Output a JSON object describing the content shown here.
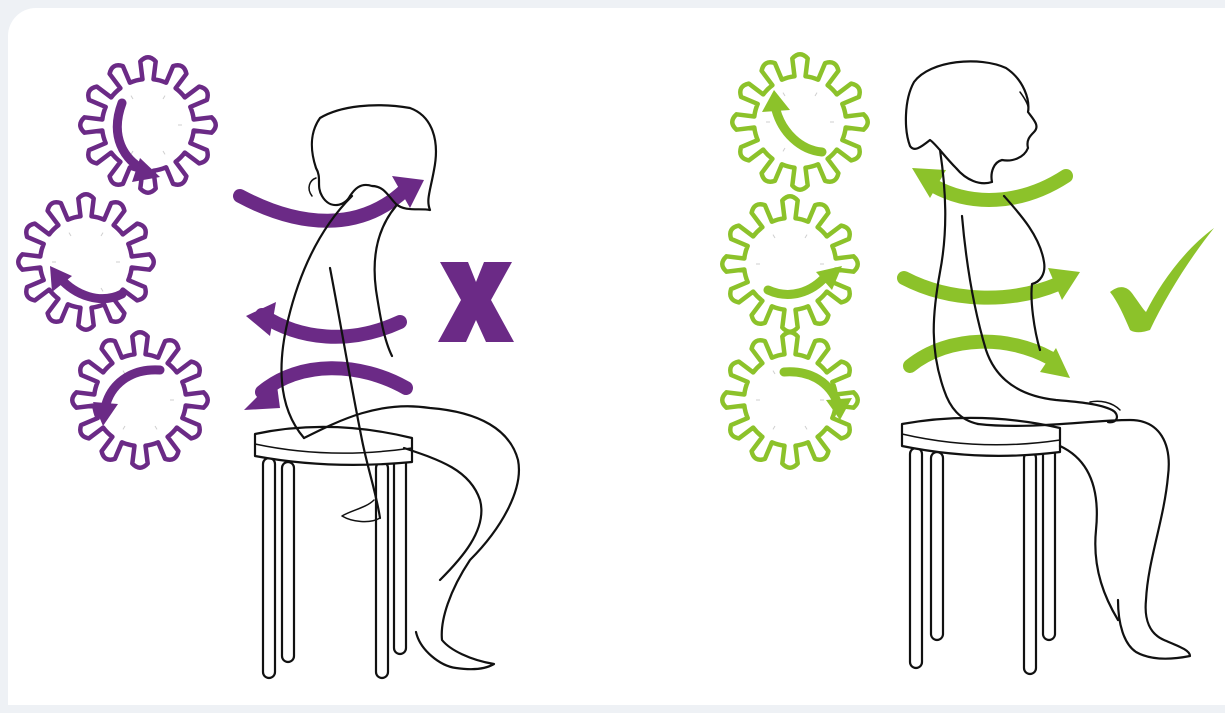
{
  "colors": {
    "incorrect": "#6b2a86",
    "correct": "#8cc22a",
    "outline": "#111111",
    "background": "#eef1f5",
    "card": "#ffffff"
  },
  "panels": [
    {
      "posture": "slouched",
      "verdict": "incorrect",
      "symbol_icon": "x-mark-icon"
    },
    {
      "posture": "upright",
      "verdict": "correct",
      "symbol_icon": "check-mark-icon"
    }
  ]
}
